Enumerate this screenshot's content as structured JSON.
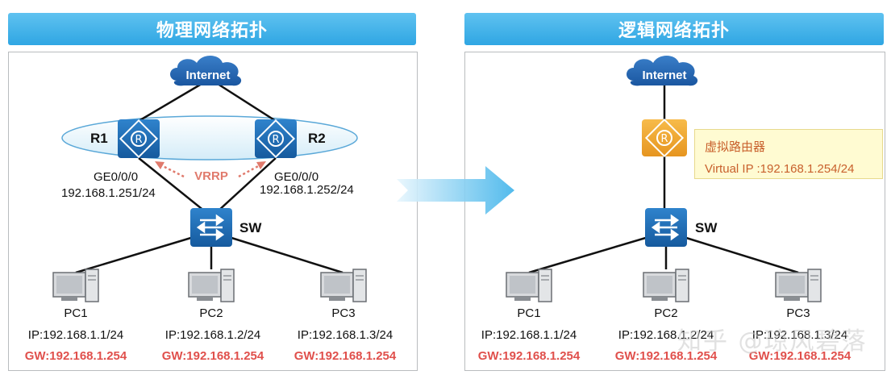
{
  "left_panel": {
    "title": "物理网络拓扑",
    "internet_label": "Internet",
    "r1": {
      "name": "R1",
      "interface": "GE0/0/0",
      "ip": "192.168.1.251/24"
    },
    "r2": {
      "name": "R2",
      "interface": "GE0/0/0",
      "ip": "192.168.1.252/24"
    },
    "protocol_label": "VRRP",
    "switch_label": "SW",
    "pcs": [
      {
        "name": "PC1",
        "ip": "IP:192.168.1.1/24",
        "gw": "GW:192.168.1.254"
      },
      {
        "name": "PC2",
        "ip": "IP:192.168.1.2/24",
        "gw": "GW:192.168.1.254"
      },
      {
        "name": "PC3",
        "ip": "IP:192.168.1.3/24",
        "gw": "GW:192.168.1.254"
      }
    ]
  },
  "right_panel": {
    "title": "逻辑网络拓扑",
    "internet_label": "Internet",
    "virtual_router": {
      "name": "虚拟路由器",
      "ip": "Virtual IP :192.168.1.254/24"
    },
    "switch_label": "SW",
    "pcs": [
      {
        "name": "PC1",
        "ip": "IP:192.168.1.1/24",
        "gw": "GW:192.168.1.254"
      },
      {
        "name": "PC2",
        "ip": "IP:192.168.1.2/24",
        "gw": "GW:192.168.1.254"
      },
      {
        "name": "PC3",
        "ip": "IP:192.168.1.3/24",
        "gw": "GW:192.168.1.254"
      }
    ]
  },
  "watermark": "知乎 @琼风碧落",
  "colors": {
    "header_blue": "#2fa6e3",
    "router_blue": "#1d6db6",
    "virtual_router_orange": "#f0a630",
    "gw_red": "#e0504c",
    "vrrp_red": "#e07a6c",
    "arrow_blue": "#3fb3ea"
  }
}
